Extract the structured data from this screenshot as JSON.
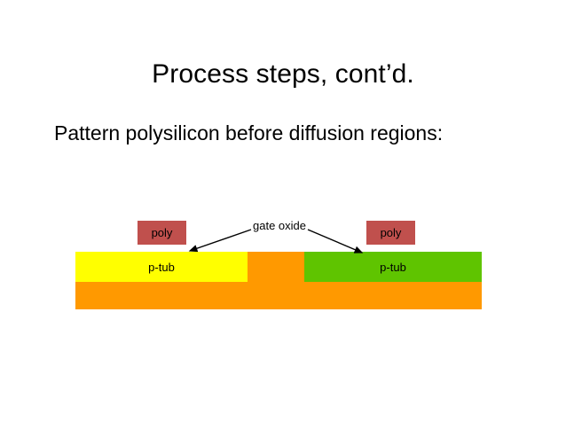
{
  "slide": {
    "background_color": "#FFFFFF",
    "title": "Process steps, cont’d.",
    "subtitle": "Pattern polysilicon before diffusion regions:"
  },
  "diagram": {
    "name": "cmos-cross-section",
    "gate_oxide_label": "gate oxide",
    "poly_left_label": "poly",
    "poly_right_label": "poly",
    "tub_left_label": "p-tub",
    "tub_right_label": "p-tub",
    "colors": {
      "poly": "#C0504D",
      "tub_left": "#FFFF00",
      "tub_right": "#5FC400",
      "substrate": "#FF9900",
      "leader_line": "#000000"
    }
  }
}
